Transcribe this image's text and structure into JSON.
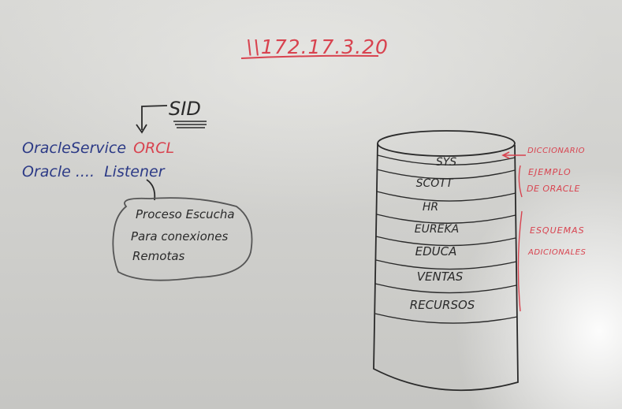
{
  "ip_address": "\\\\172.17.3.20",
  "sid": {
    "label": "SID"
  },
  "services": {
    "line1_prefix": "OracleService",
    "line1_suffix": "ORCL",
    "line2_prefix": "Oracle ....",
    "line2_suffix": "Listener"
  },
  "bubble": {
    "line1": "Proceso Escucha",
    "line2": "Para conexiones",
    "line3": "Remotas"
  },
  "schemas": [
    "SYS",
    "SCOTT",
    "HR",
    "EUREKA",
    "EDUCA",
    "VENTAS",
    "RECURSOS"
  ],
  "annotations": {
    "diccionario": "DICCIONARIO",
    "ejemplo_line1": "EJEMPLO",
    "ejemplo_line2": "DE ORACLE",
    "esquemas_line1": "ESQUEMAS",
    "esquemas_line2": "ADICIONALES"
  },
  "colors": {
    "red_marker": "#d8434f",
    "blue_marker": "#2c3a86",
    "black_marker": "#2a2a2a",
    "board": "#d2d2cf"
  }
}
